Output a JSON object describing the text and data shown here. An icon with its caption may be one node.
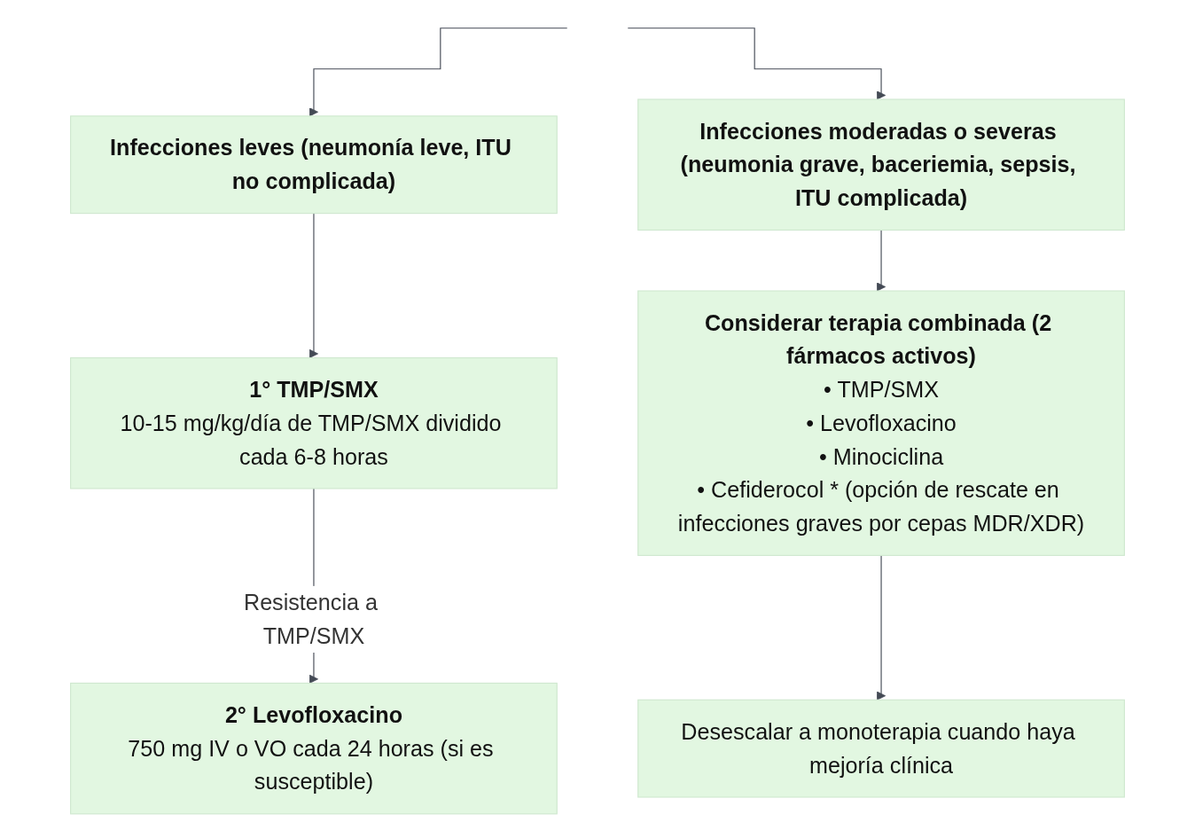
{
  "diagram": {
    "nodes": [
      {
        "text": [
          "Infecciones leves (neumonía leve, ITU no complicada)"
        ]
      },
      {
        "text": [
          "Infecciones moderadas o severas (neumonia grave, baceriemia, sepsis, ITU complicada)"
        ]
      },
      {
        "text": [
          "1° TMP/SMX",
          "10-15 mg/kg/día de TMP/SMX dividido cada 6-8 horas"
        ]
      },
      {
        "text": [
          "2° Levofloxacino",
          "750 mg IV o VO cada 24 horas (si es susceptible)"
        ]
      },
      {
        "text": [
          "Considerar terapia combinada (2 fármacos activos)",
          "• TMP/SMX",
          "• Levofloxacino",
          "• Minociclina",
          "• Cefiderocol * (opción de rescate en infecciones graves por cepas MDR/XDR)"
        ]
      },
      {
        "text": [
          "Desescalar a monoterapia cuando haya mejoría clínica"
        ]
      }
    ],
    "edges": [
      {
        "from": null,
        "to": 0,
        "arrow": "to"
      },
      {
        "from": null,
        "to": 1,
        "arrow": "to"
      },
      {
        "from": 0,
        "to": 2,
        "arrow": "to"
      },
      {
        "from": 2,
        "to": 3,
        "arrow": "to",
        "label": "Resistencia a TMP/SMX"
      },
      {
        "from": 1,
        "to": 4,
        "arrow": "to"
      },
      {
        "from": 4,
        "to": 5,
        "arrow": "to"
      }
    ]
  }
}
